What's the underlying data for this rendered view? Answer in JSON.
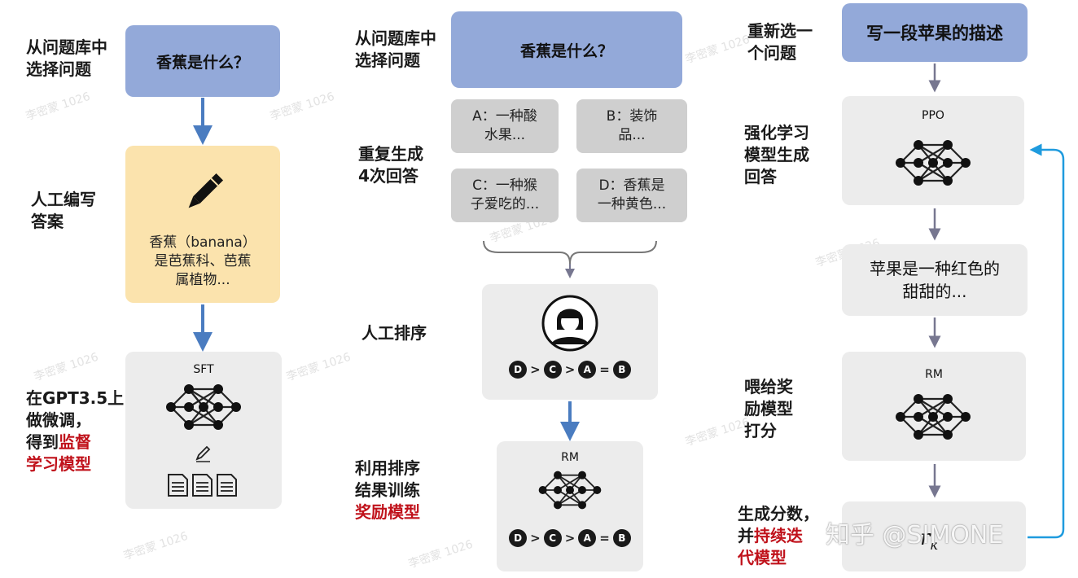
{
  "col1": {
    "label_select": "从问题库中\n选择问题",
    "question": "香蕉是什么？",
    "label_write": "人工编写\n答案",
    "answer_text": "香蕉（banana）\n是芭蕉科、芭蕉\n属植物...",
    "sft_label": "SFT",
    "label_finetune_1": "在GPT3.5上\n做微调，\n得到",
    "label_finetune_red_1": "监督",
    "label_finetune_red_2": "学习模型"
  },
  "col2": {
    "label_select": "从问题库中\n选择问题",
    "question": "香蕉是什么？",
    "label_generate": "重复生成\n4次回答",
    "answers": [
      "A：一种酸\n水果...",
      "B：装饰\n品...",
      "C：一种猴\n子爱吃的...",
      "D：香蕉是\n一种黄色..."
    ],
    "label_rank": "人工排序",
    "ranking": [
      "D",
      ">",
      "C",
      ">",
      "A",
      "=",
      "B"
    ],
    "rm_label": "RM",
    "label_train": "利用排序\n结果训练",
    "label_train_red": "奖励模型"
  },
  "col3": {
    "label_reselect": "重新选一\n个问题",
    "question": "写一段苹果的描述",
    "label_rl": "强化学习\n模型生成\n回答",
    "ppo_label": "PPO",
    "apple_answer": "苹果是一种红色的\n甜甜的...",
    "label_feed": "喂给奖\n励模型\n打分",
    "rm_label": "RM",
    "label_score": "生成分数，\n并",
    "label_score_red_1": "持续迭",
    "label_score_red_2": "代模型",
    "score_symbol": "r",
    "score_subscript": "k"
  },
  "watermark": "知乎 @SIMONE",
  "colors": {
    "blue_box": "#93a9d9",
    "arrow_blue": "#4a7cc0",
    "arrow_grey": "#777790",
    "loop_arrow": "#1f9bde",
    "red_text": "#c0121b"
  }
}
